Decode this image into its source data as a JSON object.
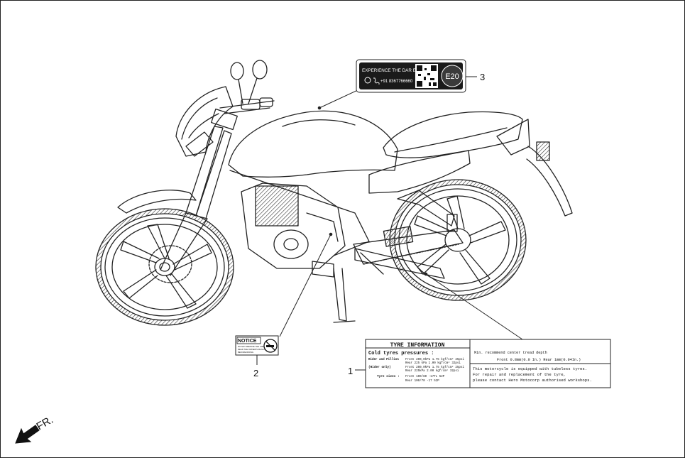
{
  "callouts": {
    "one": "1",
    "two": "2",
    "three": "3"
  },
  "direction": {
    "label": "FR.",
    "icon": "arrow-front-icon"
  },
  "label3": {
    "line1": "EXPERIENCE THE DAR E",
    "phone": "+91 8367766660",
    "badge": "E20",
    "icons": [
      "whatsapp-icon",
      "phone-icon",
      "qr-code-icon"
    ]
  },
  "label2": {
    "title": "NOTICE",
    "line1": "DO NOT REMOVE THE LABEL",
    "line2": "READ THE OWNER'S MANUAL",
    "line3": "BEFORE RIDING",
    "icon": "no-smoking-icon"
  },
  "label1": {
    "title": "TYRE INFORMATION",
    "cold_heading": "Cold tyres pressures :",
    "rider_pillion": "Rider and Pillion",
    "rider_only": "(Rider only)",
    "tyre_sizes": "Tyre sizes :",
    "row1a": "Front 200,0kPa 1.75 kgf/cm² 25psi",
    "row1b": "Rear 225 kPa 1.00 kgf/cm² 32psi",
    "row2a": "Front 200,0kPa 1.75 kgf/cm² 25psi",
    "row2b": "Rear 225kPa 2.00 kgf/cm² 32psi",
    "row3a": "Front 100/80 -17TL 52P",
    "row3b": "Rear 100/70 -17 52P",
    "tread1": "Min. recommend center tread depth",
    "tread2": "Front 0.8mm(0.0 In.)   Rear 1mm(0.04In.)",
    "note1": "This motorcycle is equipped with tubeless tyres.",
    "note2": "For repair and replacement of the tyre,",
    "note3": "please contact Hero Motocorp authorised workshops."
  }
}
